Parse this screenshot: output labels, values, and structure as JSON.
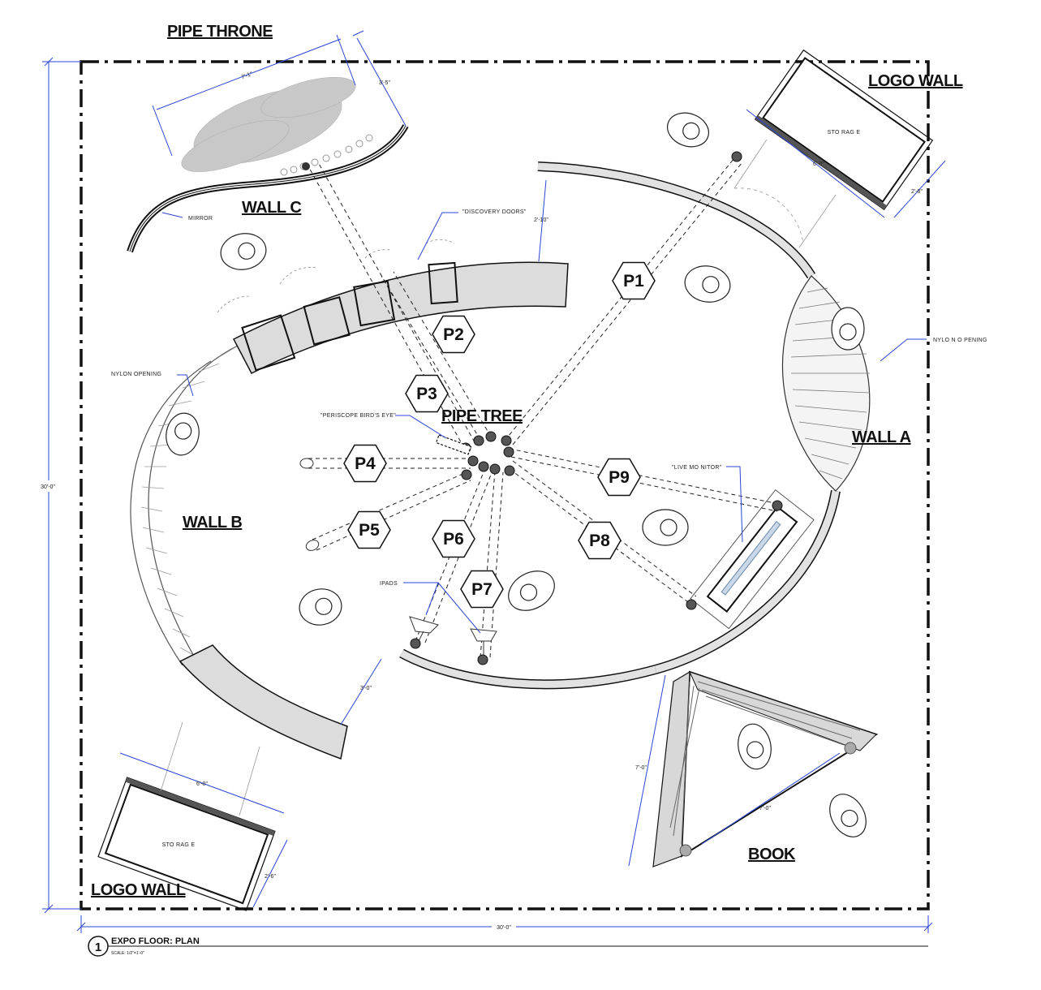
{
  "labels": {
    "pipe_throne": "PIPE THRONE",
    "logo_wall_top": "LOGO WALL",
    "logo_wall_bottom": "LOGO WALL",
    "wall_a": "WALL A",
    "wall_b": "WALL B",
    "wall_c": "WALL C",
    "pipe_tree": "PIPE TREE",
    "book": "BOOK",
    "storage_top": "STO RAG E",
    "storage_bottom": "STO RAG E",
    "mirror": "MIRROR",
    "discovery_doors": "\"DISCOVERY DOORS\"",
    "nylon_opening_left": "NYLON OPENING",
    "nylon_opening_right": "NYLO N O PENING",
    "periscope": "\"PERISCOPE BIRD'S EYE\"",
    "live_monitor": "\"LIVE MO NITOR\"",
    "ipads": "IPADS"
  },
  "dimensions": {
    "throne_length": "7'-1\"",
    "throne_width": "3'-5\"",
    "opening_top": "2'-10\"",
    "storage_top_length": "6'-0\"",
    "storage_top_width": "2'-6\"",
    "overall_height": "30'-0\"",
    "overall_width": "30'-0\"",
    "opening_bottom": "3'-0\"",
    "storage_bottom_length": "6'-0\"",
    "storage_bottom_width": "2'-6\"",
    "book_height": "7'-0\"",
    "book_diag": "7'-0\""
  },
  "periscopes": [
    "P1",
    "P2",
    "P3",
    "P4",
    "P5",
    "P6",
    "P7",
    "P8",
    "P9"
  ],
  "footer": {
    "number": "1",
    "title": "EXPO FLOOR: PLAN",
    "scale": "SCALE: 1/2\"=1'-0\""
  },
  "colors": {
    "dimension": "#2b45d6",
    "wall_fill": "#dcdcdc",
    "line": "#1a1a1a"
  }
}
